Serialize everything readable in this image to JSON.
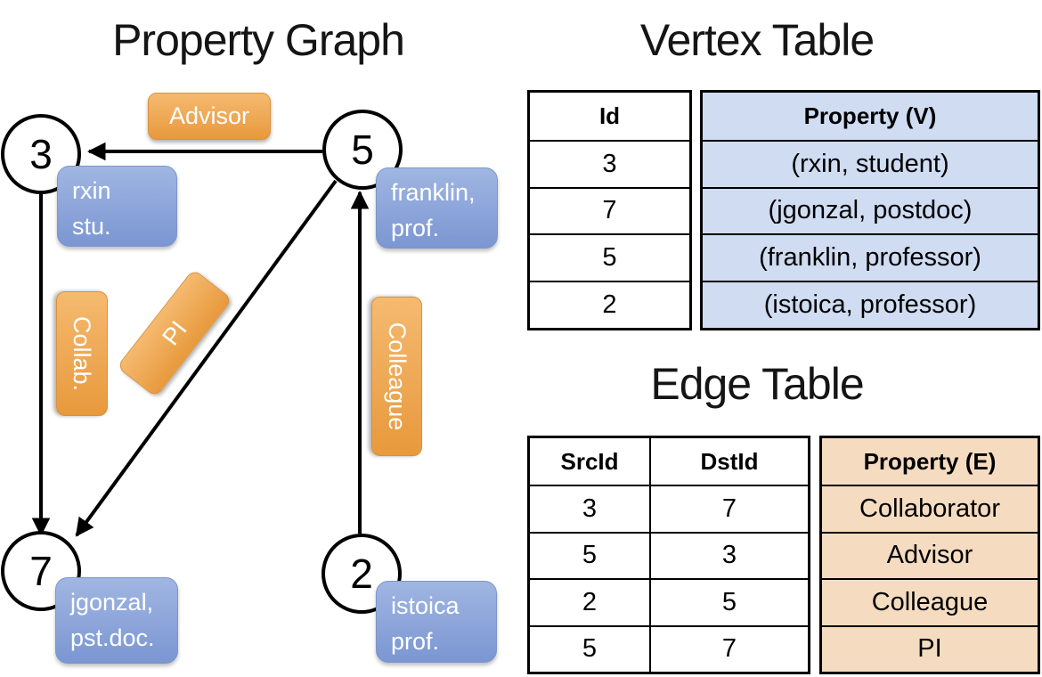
{
  "graph": {
    "title": "Property Graph",
    "nodes": {
      "n3": {
        "id": "3",
        "line1": "rxin",
        "line2": "stu."
      },
      "n5": {
        "id": "5",
        "line1": "franklin,",
        "line2": "prof."
      },
      "n7": {
        "id": "7",
        "line1": "jgonzal,",
        "line2": "pst.doc."
      },
      "n2": {
        "id": "2",
        "line1": "istoica",
        "line2": "prof."
      }
    },
    "edge_labels": {
      "advisor": "Advisor",
      "collab": "Collab.",
      "pi": "PI",
      "colleague": "Colleague"
    },
    "edges": [
      {
        "src": "5",
        "dst": "3",
        "label": "Advisor"
      },
      {
        "src": "3",
        "dst": "7",
        "label": "Collab."
      },
      {
        "src": "5",
        "dst": "7",
        "label": "PI"
      },
      {
        "src": "2",
        "dst": "5",
        "label": "Colleague"
      }
    ]
  },
  "vertex_table": {
    "title": "Vertex Table",
    "col_id": "Id",
    "col_property": "Property (V)",
    "rows": [
      {
        "id": "3",
        "property": "(rxin, student)"
      },
      {
        "id": "7",
        "property": "(jgonzal, postdoc)"
      },
      {
        "id": "5",
        "property": "(franklin, professor)"
      },
      {
        "id": "2",
        "property": "(istoica, professor)"
      }
    ]
  },
  "edge_table": {
    "title": "Edge Table",
    "col_src": "SrcId",
    "col_dst": "DstId",
    "col_property": "Property (E)",
    "rows": [
      {
        "src": "3",
        "dst": "7",
        "property": "Collaborator"
      },
      {
        "src": "5",
        "dst": "3",
        "property": "Advisor"
      },
      {
        "src": "2",
        "dst": "5",
        "property": "Colleague"
      },
      {
        "src": "5",
        "dst": "7",
        "property": "PI"
      }
    ]
  },
  "colors": {
    "edge-accent-top": "#f5ba70",
    "edge-accent-bottom": "#e8993c",
    "edge-accent-border": "#d9923f",
    "vertex-accent-top": "#a0b6e2",
    "vertex-accent-bottom": "#7b96d2",
    "vertex-accent-border": "#7f95c9",
    "vertex-col-bg": "#cfdcf2",
    "edge-col-bg": "#f5dcc1",
    "line-color": "#000000"
  }
}
